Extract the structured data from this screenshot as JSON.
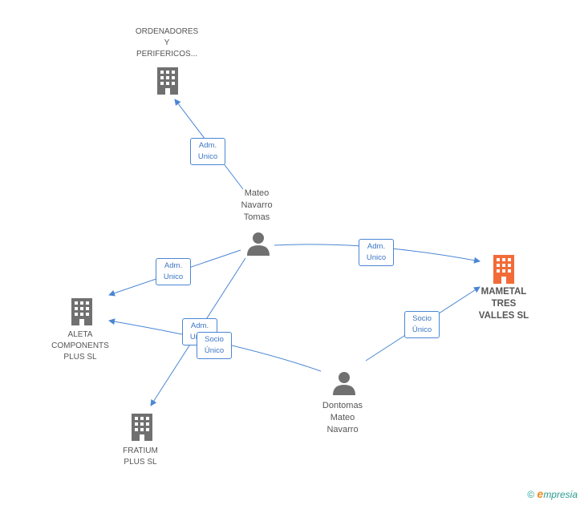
{
  "nodes": {
    "ordenadores": {
      "label": "ORDENADORES\nY\nPERIFERICOS...",
      "type": "company"
    },
    "mameteal": {
      "label": "MAMETAL\nTRES\nVALLES SL",
      "type": "company-focus"
    },
    "aleta": {
      "label": "ALETA\nCOMPONENTS\nPLUS SL",
      "type": "company"
    },
    "fratium": {
      "label": "FRATIUM\nPLUS SL",
      "type": "company"
    },
    "mateo": {
      "label": "Mateo\nNavarro\nTomas",
      "type": "person"
    },
    "dontomas": {
      "label": "Dontomas\nMateo\nNavarro",
      "type": "person"
    }
  },
  "edges": [
    {
      "id": "e1",
      "from": "mateo",
      "to": "ordenadores",
      "label": "Adm.\nUnico"
    },
    {
      "id": "e2",
      "from": "mateo",
      "to": "mameteal",
      "label": "Adm.\nUnico"
    },
    {
      "id": "e3",
      "from": "mateo",
      "to": "aleta",
      "label": "Adm.\nUnico"
    },
    {
      "id": "e4",
      "from": "mateo",
      "to": "fratium",
      "label": "Adm.\nUnico"
    },
    {
      "id": "e5",
      "from": "dontomas",
      "to": "aleta",
      "label": "Socio\nÚnico"
    },
    {
      "id": "e6",
      "from": "dontomas",
      "to": "mameteal",
      "label": "Socio\nÚnico"
    }
  ],
  "colors": {
    "edge": "#4a86d4",
    "node_gray": "#707070",
    "node_focus": "#f26b38"
  },
  "footer": {
    "copyright": "©",
    "brand_first": "e",
    "brand_rest": "mpresia"
  }
}
